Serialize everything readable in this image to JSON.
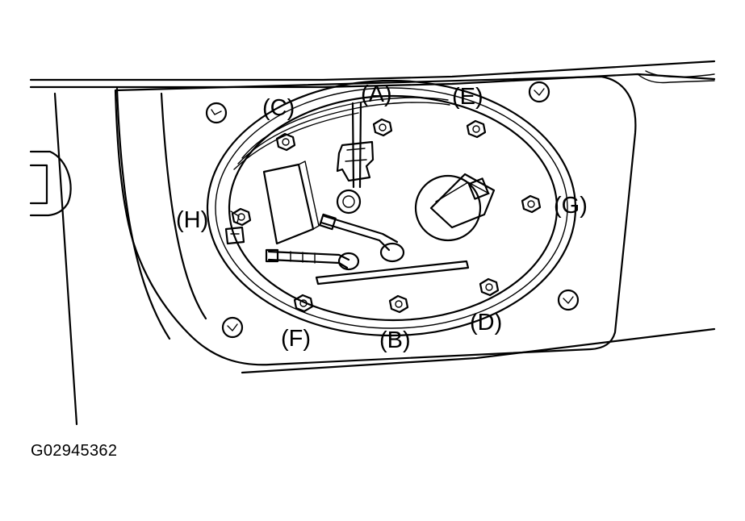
{
  "figure_code": "G02945362",
  "callouts": {
    "A": "(A)",
    "B": "(B)",
    "C": "(C)",
    "D": "(D)",
    "E": "(E)",
    "F": "(F)",
    "G": "(G)",
    "H": "(H)"
  }
}
